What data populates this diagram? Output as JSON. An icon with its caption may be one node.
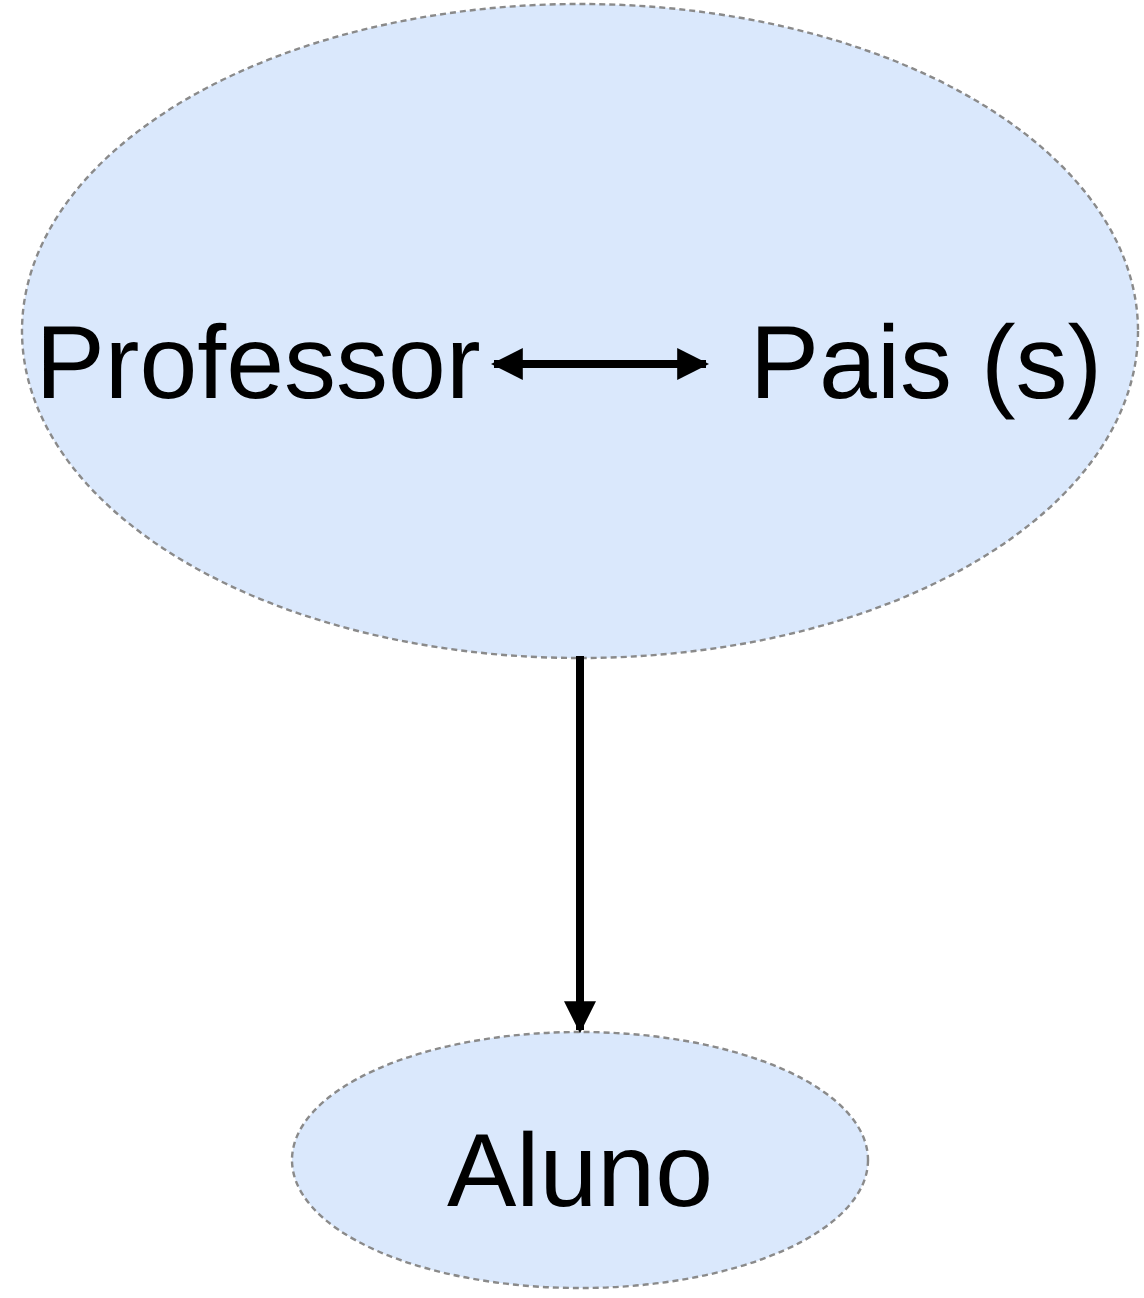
{
  "diagram": {
    "nodes": [
      {
        "text": [],
        "shape": "ellipse"
      },
      {
        "text": [
          "Professor"
        ],
        "in": 0
      },
      {
        "text": [
          "Pais (s)"
        ],
        "in": 0
      },
      {
        "text": [
          "Aluno"
        ]
      }
    ],
    "edges": [
      {
        "from": 1,
        "to": 2,
        "arrow": "both"
      },
      {
        "from": 0,
        "to": 3,
        "arrow": "to"
      }
    ]
  }
}
